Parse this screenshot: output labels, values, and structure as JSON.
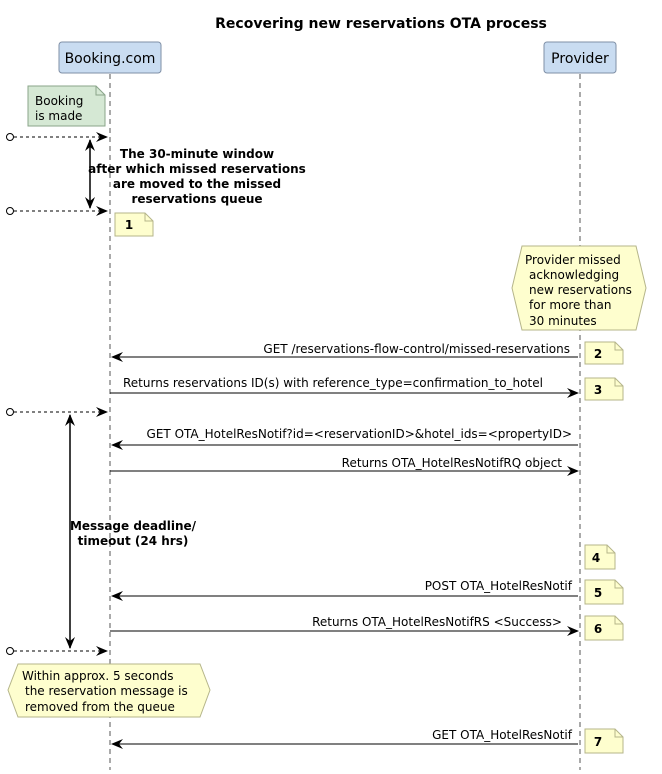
{
  "title": "Recovering new reservations OTA process",
  "colors": {
    "participant_fill": "#c9dcf1",
    "participant_stroke": "#7f8fa6",
    "note_green": "#d5e8d4",
    "note_green_stroke": "#8aa58a",
    "note_yellow": "#fefece",
    "note_yellow_stroke": "#b5b58a"
  },
  "participants": {
    "booking": "Booking.com",
    "provider": "Provider"
  },
  "notes": {
    "booking_made": [
      "Booking",
      "is made"
    ],
    "window": [
      "The 30-minute window",
      "after which missed reservations",
      "are moved to the missed",
      "reservations queue"
    ],
    "provider_missed": [
      "Provider missed",
      "acknowledging",
      "new reservations",
      "for more than",
      "30 minutes"
    ],
    "deadline": [
      "Message deadline/",
      "timeout (24 hrs)"
    ],
    "removed": [
      "Within approx. 5 seconds",
      "the  reservation message is",
      "removed from the queue"
    ]
  },
  "messages": {
    "m1": "GET /reservations-flow-control/missed-reservations",
    "m2": "Returns reservations ID(s) with reference_type=confirmation_to_hotel",
    "m3": "GET OTA_HotelResNotif?id=<reservationID>&hotel_ids=<propertyID>",
    "m4": "Returns OTA_HotelResNotifRQ object",
    "m5": "POST OTA_HotelResNotif",
    "m6": "Returns OTA_HotelResNotifRS <Success>",
    "m7": "GET OTA_HotelResNotif"
  },
  "step_numbers": [
    "1",
    "2",
    "3",
    "4",
    "5",
    "6",
    "7"
  ]
}
